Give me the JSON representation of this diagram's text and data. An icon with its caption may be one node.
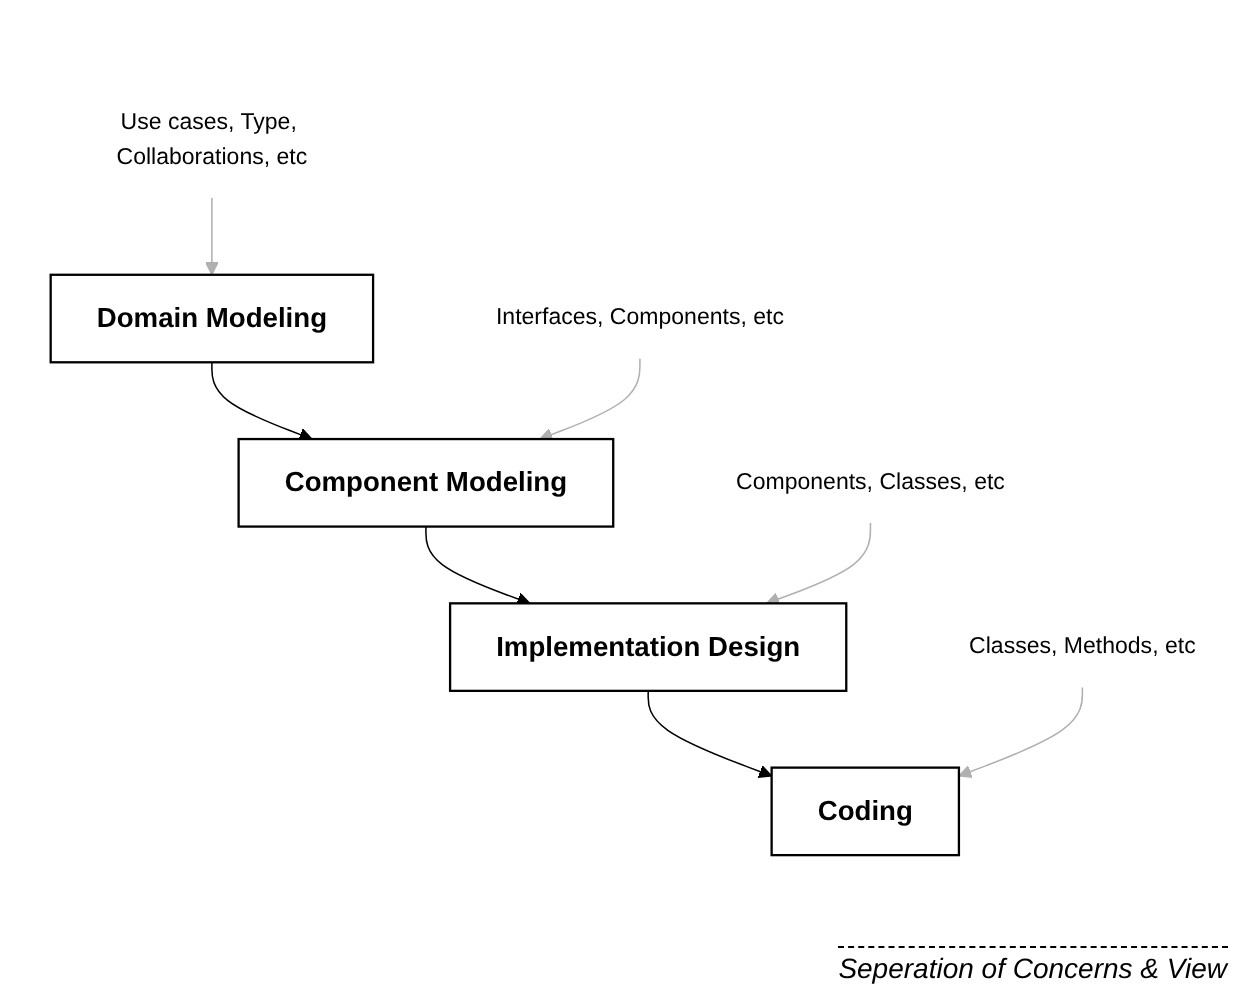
{
  "diagram": {
    "nodes": [
      {
        "text": [
          "Domain Modeling"
        ]
      },
      {
        "text": [
          "Component Modeling"
        ]
      },
      {
        "text": [
          "Implementation Design"
        ]
      },
      {
        "text": [
          "Coding"
        ]
      },
      {
        "text": [
          "Use cases, Type, Collaborations, etc"
        ]
      },
      {
        "text": [
          "Interfaces, Components, etc"
        ]
      },
      {
        "text": [
          "Components, Classes, etc"
        ]
      },
      {
        "text": [
          "Classes, Methods, etc"
        ]
      }
    ],
    "edges": [
      {
        "from": 0,
        "to": 1,
        "arrow": "to",
        "color": "#000000"
      },
      {
        "from": 1,
        "to": 2,
        "arrow": "to",
        "color": "#000000"
      },
      {
        "from": 2,
        "to": 3,
        "arrow": "to",
        "color": "#000000"
      },
      {
        "from": 4,
        "to": 0,
        "arrow": "to",
        "color": "#b0b0b0"
      },
      {
        "from": 5,
        "to": 1,
        "arrow": "to",
        "color": "#b0b0b0"
      },
      {
        "from": 6,
        "to": 2,
        "arrow": "to",
        "color": "#b0b0b0"
      },
      {
        "from": 7,
        "to": 3,
        "arrow": "to",
        "color": "#b0b0b0"
      }
    ],
    "labels": [
      "Seperation of Concerns & View"
    ]
  }
}
